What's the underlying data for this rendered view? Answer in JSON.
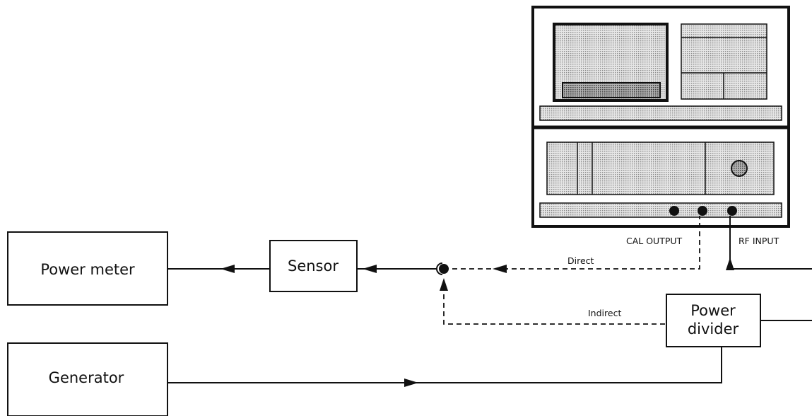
{
  "blocks": {
    "power_meter": "Power meter",
    "sensor": "Sensor",
    "generator": "Generator",
    "power_divider_line1": "Power",
    "power_divider_line2": "divider"
  },
  "port_labels": {
    "cal_output": "CAL OUTPUT",
    "rf_input": "RF INPUT"
  },
  "path_labels": {
    "direct": "Direct",
    "indirect": "Indirect"
  },
  "colors": {
    "line": "#111111",
    "panel_fill": "#cfcfcf",
    "panel_fill_dark": "#8e8e8e"
  }
}
